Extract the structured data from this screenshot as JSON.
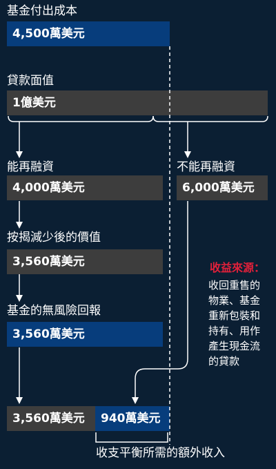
{
  "labels": {
    "fund_cost": "基金付出成本",
    "loan_face": "貸款面值",
    "refinance": "能再融資",
    "no_refinance": "不能再融資",
    "discounted": "按揭減少後的價值",
    "risk_free": "基金的無風險回報",
    "breakeven": "收支平衡所需的額外收入"
  },
  "values": {
    "fund_cost": "4,500萬美元",
    "loan_face": "1億美元",
    "refinance": "4,000萬美元",
    "no_refinance": "6,000萬美元",
    "discounted": "3,560萬美元",
    "risk_free": "3,560萬美元",
    "final_left": "3,560萬美元",
    "final_right": "940萬美元"
  },
  "income_source": {
    "title": "收益來源：",
    "lines": [
      "收回重售的",
      "物業、基金",
      "重新包裝和",
      "持有、用作",
      "產生現金流",
      "的貸款"
    ]
  },
  "colors": {
    "background": "#0b1f33",
    "blue_box": "#073d7c",
    "gray_box": "#3d3d3d",
    "accent_red": "#e0203a"
  }
}
